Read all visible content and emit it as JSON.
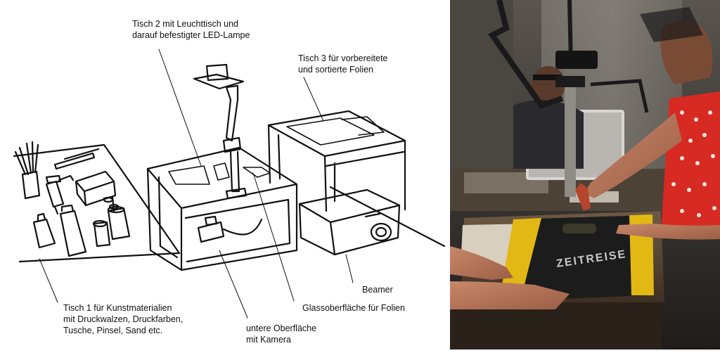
{
  "labels": {
    "table2": "Tisch 2 mit Leuchttisch und\ndarauf befestigter LED-Lampe",
    "table3": "Tisch 3 für vorbereitete\nund sortierte Folien",
    "table1": "Tisch 1 für Kunstmaterialien\nmit Druckwalzen, Druckfarben,\nTusche, Pinsel, Sand etc.",
    "lower_surface": "untere Oberfläche\nmit Kamera",
    "glass_surface": "Glassoberfläche für Folien",
    "projector": "Beamer"
  },
  "photo": {
    "board_text": "ZEITREISE"
  },
  "colors": {
    "ink": "#111111",
    "tape_yellow": "#e2b814",
    "shirt_red": "#d62a22",
    "screen_black": "#1c1c1c"
  }
}
